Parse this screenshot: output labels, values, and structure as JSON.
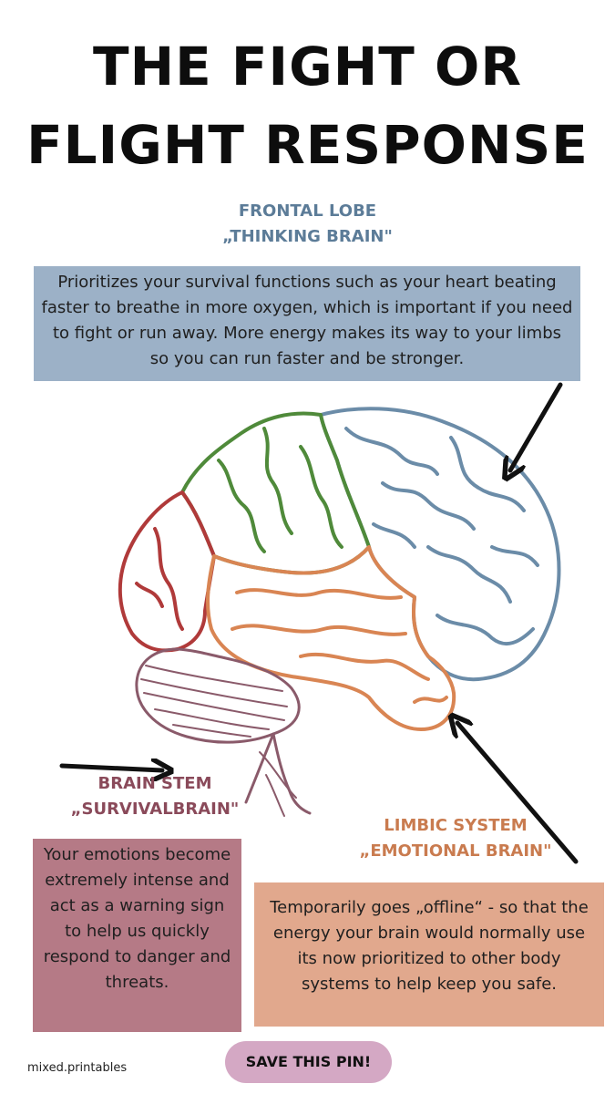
{
  "title": {
    "line1": "THE FIGHT OR",
    "line2": "FLIGHT RESPONSE"
  },
  "frontal": {
    "name": "FRONTAL LOBE",
    "nickname": "„THINKING BRAIN\"",
    "description": "Prioritizes your survival functions such as your heart beating faster to breathe in more oxygen, which is important if you need to fight or run away. More energy makes its way to your limbs so you can run faster and be stronger."
  },
  "brainstem": {
    "name": "BRAIN STEM",
    "nickname": "„SURVIVALBRAIN\"",
    "description": "Your emotions become extremely intense and act as a warning sign to help us quickly respond to danger and threats."
  },
  "limbic": {
    "name": "LIMBIC SYSTEM",
    "nickname": "„EMOTIONAL BRAIN\"",
    "description": "Temporarily goes „offline“ - so that the energy your brain would normally use its now prioritized to other body systems to help keep you safe."
  },
  "footer": {
    "brand": "mixed.printables",
    "save_label": "SAVE THIS PIN!"
  },
  "colors": {
    "frontal_region": "#6b8ca8",
    "parietal_region": "#4f8a3a",
    "occipital_region": "#b03a3a",
    "temporal_region": "#d98553",
    "cerebellum": "#8a5a6a",
    "frontal_box": "#9cb1c7",
    "stem_box": "#b57a86",
    "limbic_box": "#e1a88d",
    "save_button": "#d4a8c4"
  },
  "icons": [
    "brain-illustration",
    "arrow-icon"
  ]
}
